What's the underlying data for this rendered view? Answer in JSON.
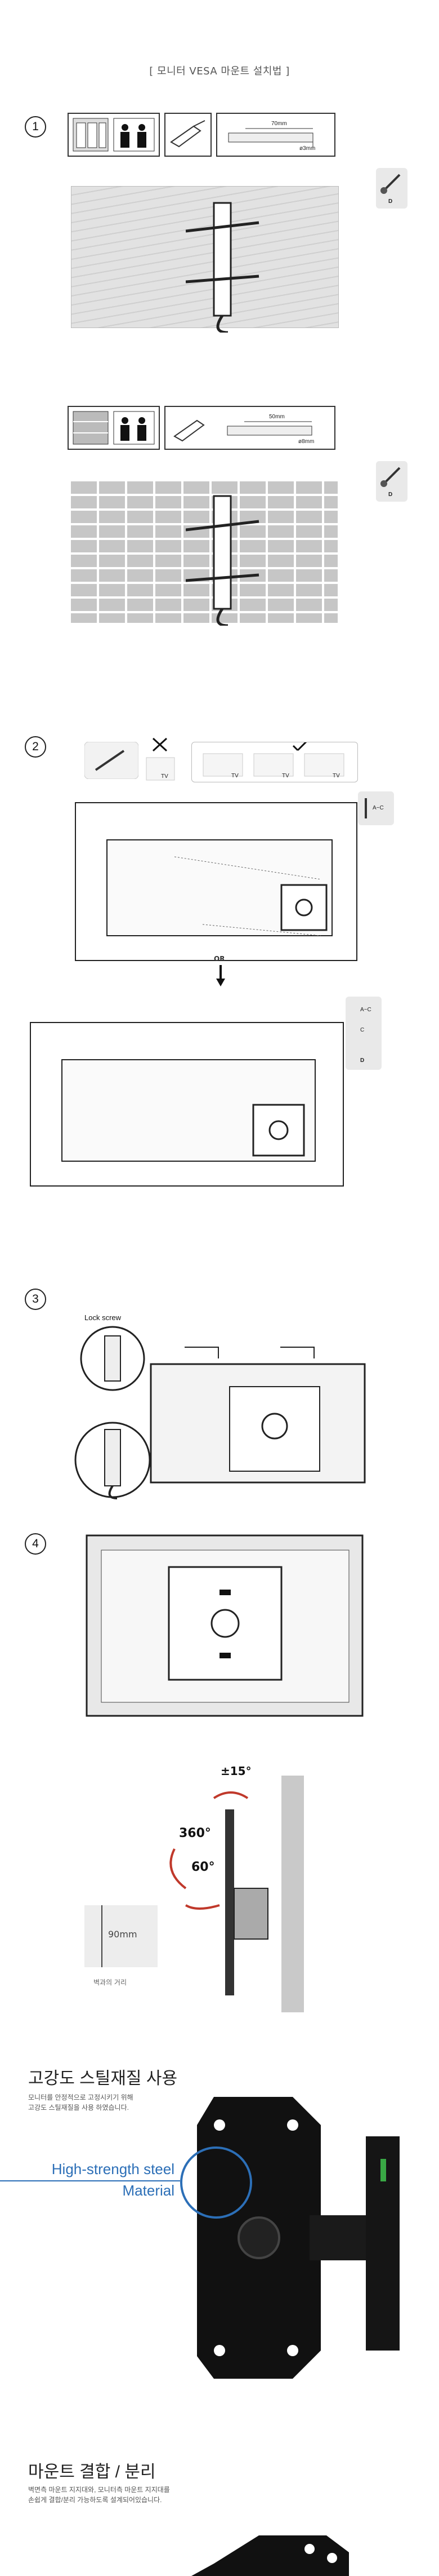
{
  "page": {
    "title": "[ 모니터 VESA 마운트 설치법 ]"
  },
  "steps": [
    {
      "number": "1"
    },
    {
      "number": "2"
    },
    {
      "number": "3"
    },
    {
      "number": "4"
    }
  ],
  "step1": {
    "wood": {
      "depth_label": "70mm",
      "diameter_label": "ø3mm"
    },
    "brick": {
      "depth_label": "50mm",
      "diameter_label": "ø8mm"
    },
    "part_label": "D"
  },
  "step2": {
    "part_top": "A~C",
    "or_label": "OR",
    "part_right_1": "A~C",
    "part_right_2": "C",
    "part_right_3": "D",
    "tv_labels": [
      "TV",
      "TV",
      "TV",
      "TV"
    ]
  },
  "step3": {
    "lock_screw_label": "Lock screw"
  },
  "rotation": {
    "tilt_label": "±15°",
    "swivel_label": "360°",
    "pan_label": "60°",
    "distance_label": "90mm",
    "distance_caption": "벽과의 거리"
  },
  "feature1": {
    "heading": "고강도 스틸재질 사용",
    "desc_line1": "모니터를 안정적으로 고정시키기 위해",
    "desc_line2": "고강도 스틸재질을 사용 하였습니다.",
    "callout_line1": "High-strength steel",
    "callout_line2": "Material"
  },
  "feature2": {
    "heading": "마운트 결합 / 분리",
    "desc_line1": "벽면측 마운트 지지대와, 모니터측 마운트 지지대를",
    "desc_line2": "손쉽게 결합/분리 가능하도록 설계되어있습니다."
  },
  "colors": {
    "accent": "#2c6fb7",
    "ink": "#222222"
  }
}
